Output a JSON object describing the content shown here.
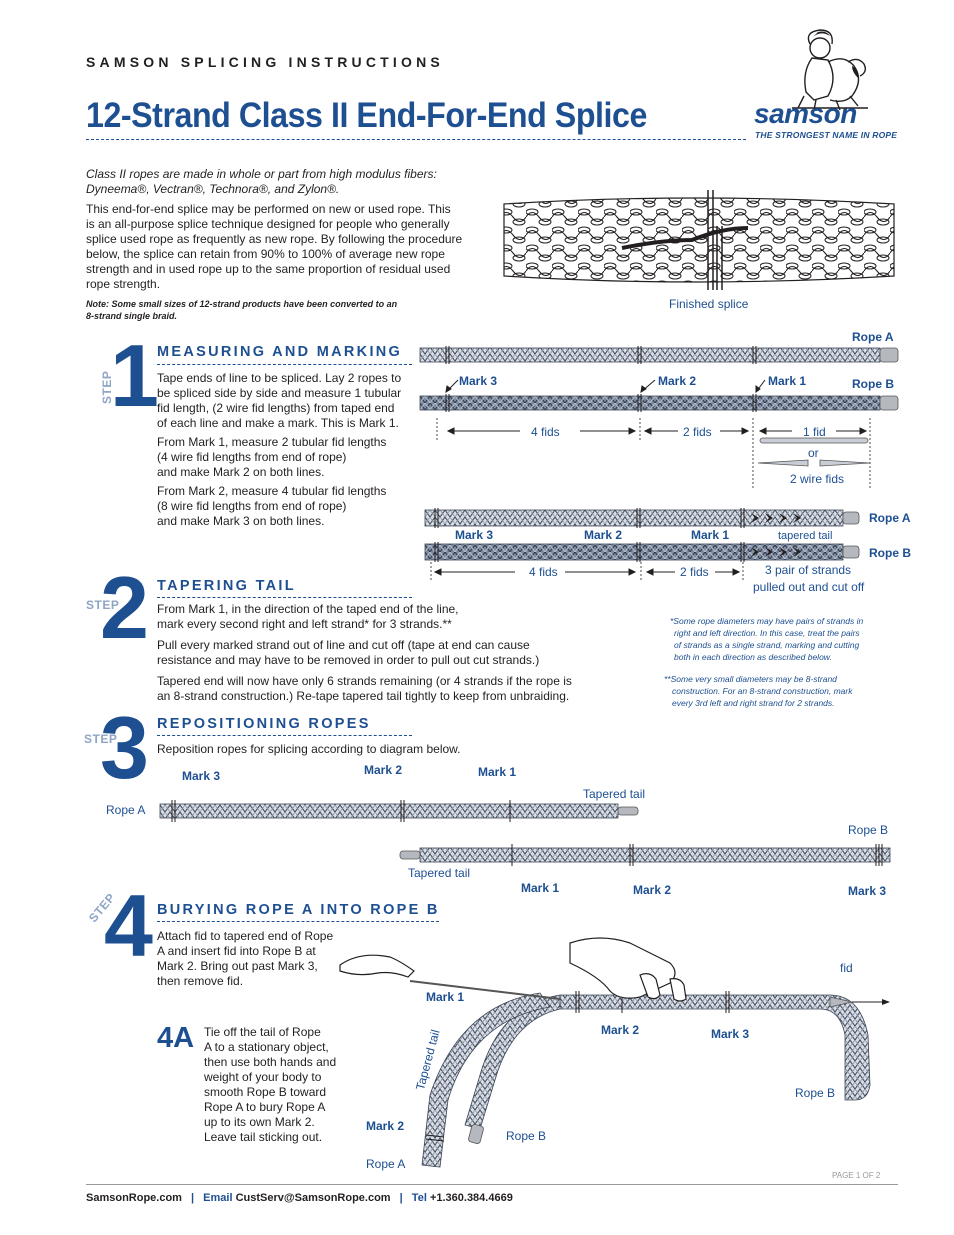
{
  "header": {
    "label": "SAMSON SPLICING INSTRUCTIONS",
    "title": "12-Strand Class II End-For-End Splice"
  },
  "logo": {
    "brand": "samson",
    "tagline": "THE STRONGEST NAME IN ROPE",
    "icon": "samson-lion-icon"
  },
  "intro": {
    "class_line1": "Class II ropes are made in whole or part from high modulus fibers:",
    "class_line2": "Dyneema®, Vectran®, Technora®, and Zylon®.",
    "para": [
      "This end-for-end splice may be performed on new or used rope. This",
      "is an all-purpose splice technique designed for people who generally",
      "splice used rope as frequently as new rope. By following the procedure",
      "below, the splice can retain from 90% to 100% of average new rope",
      "strength and in used rope up to the same proportion of residual used",
      "rope strength."
    ],
    "note": [
      "Note: Some small sizes of 12-strand products have been converted to an",
      "8-strand single braid."
    ],
    "finished_caption": "Finished splice"
  },
  "step_word": "STEP",
  "steps": {
    "s1": {
      "num": "1",
      "title": "MEASURING AND MARKING",
      "p1": [
        "Tape ends of line to be spliced. Lay 2 ropes to",
        "be spliced side by side and measure 1 tubular",
        "fid length, (2 wire fid lengths) from taped end",
        "of each line and make a mark. This is Mark 1."
      ],
      "p2": [
        "From Mark 1, measure 2 tubular fid lengths",
        "(4 wire fid lengths from end of rope)",
        "and make Mark 2 on both lines."
      ],
      "p3": [
        "From Mark 2, measure 4 tubular fid lengths",
        "(8 wire fid lengths from end of rope)",
        "and make Mark 3 on both lines."
      ]
    },
    "s2": {
      "num": "2",
      "title": "TAPERING TAIL",
      "p1": [
        "From Mark 1, in the direction of the taped end of the line,",
        "mark every second right and left strand* for 3 strands.**"
      ],
      "p2": [
        "Pull every marked strand out of line and cut off (tape at end can cause",
        "resistance and may have to be removed in order to pull out cut strands.)"
      ],
      "p3": [
        "Tapered end will now have only 6 strands remaining (or 4 strands if the rope is",
        "an 8-strand construction.) Re-tape tapered tail tightly to keep from unbraiding."
      ]
    },
    "s3": {
      "num": "3",
      "title": "REPOSITIONING ROPES",
      "p1": "Reposition ropes for splicing according to diagram below."
    },
    "s4": {
      "num": "4",
      "title": "BURYING ROPE A INTO ROPE B",
      "p1": [
        "Attach fid to tapered end of Rope",
        "A and insert fid into Rope B at",
        "Mark 2. Bring out past Mark 3,",
        "then remove fid."
      ],
      "sub_num": "4A",
      "sub_p": [
        "Tie off the tail of Rope",
        "A to a stationary object,",
        "then use both hands and",
        "weight of your body to",
        "smooth Rope B toward",
        "Rope A to bury Rope A",
        "up to its own Mark 2.",
        "Leave tail sticking out."
      ]
    }
  },
  "labels": {
    "rope_a": "Rope A",
    "rope_b": "Rope B",
    "mark1": "Mark 1",
    "mark2": "Mark 2",
    "mark3": "Mark 3",
    "mark3_split": "Mar",
    "mark3_split2": "k 3",
    "fids4": "4 fids",
    "fids2": "2 fids",
    "fid1": "1 fid",
    "or": "or",
    "wirefids2": "2 wire fids",
    "tapered_tail_lower": "tapered tail",
    "tapered_tail": "Tapered tail",
    "three_pair": "3 pair of strands",
    "pulled_out": "pulled out and cut off",
    "fid": "fid"
  },
  "footnotes": {
    "f1": [
      "*Some rope diameters may have pairs of strands in",
      "right and left direction. In this case, treat the pairs",
      "of strands as a single strand, marking and cutting",
      "both in each direction as described below."
    ],
    "f2": [
      "**Some very small diameters may be 8-strand",
      "construction. For an 8-strand construction, mark",
      "every 3rd left and right strand for 2 strands."
    ]
  },
  "footer": {
    "site": "SamsonRope.com",
    "sep": "|",
    "email_label": "Email",
    "email": "CustServ@SamsonRope.com",
    "tel_label": "Tel",
    "tel": "+1.360.384.4669",
    "page": "PAGE 1 OF 2"
  }
}
